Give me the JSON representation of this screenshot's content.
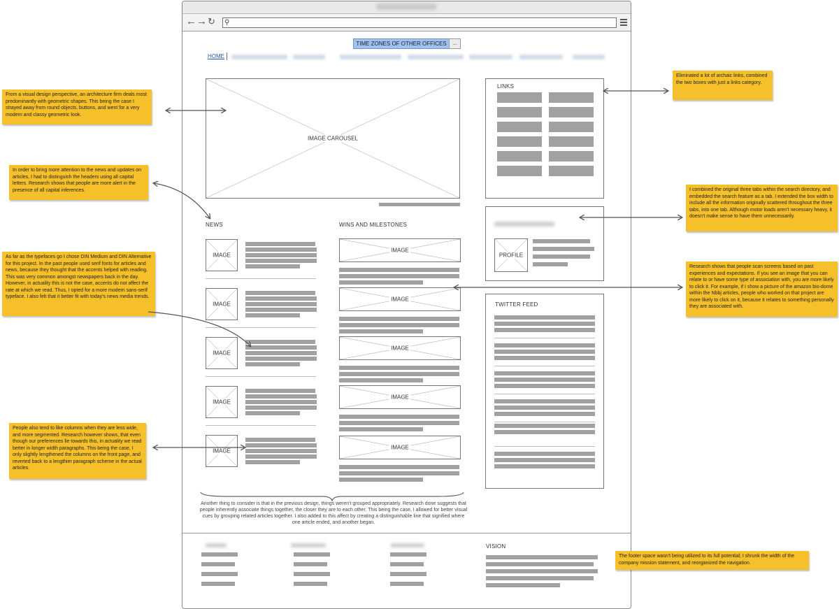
{
  "browser": {
    "nav": {
      "back": "←",
      "forward": "→",
      "reload": "↻"
    },
    "search_icon": "search-icon"
  },
  "page": {
    "timezones_button": "TIME ZONES OF OTHER OFFICES",
    "timezones_more": "...",
    "nav_home": "HOME",
    "carousel_label": "IMAGE CAROUSEL",
    "news_header": "NEWS",
    "wins_header": "WINS AND MILESTONES",
    "image_label": "IMAGE",
    "links_header": "LINKS",
    "profile_label": "PROFILE",
    "twitter_header": "TWITTER FEED",
    "vision_header": "VISION",
    "grouping_note": "Another thing to consider is that in the previous design, things weren't grouped appropriately. Research done suggests that people inherently associate things together, the closer they are to each other. This being the case, I allowed for better visual cues by grouping related articles together. I also added to this affect by creating a distinguishable line that signified where one article ended, and another began."
  },
  "notes": {
    "geometric": "From a visual design perspective, an architecture firm deals most predominantly with geometric shapes. This being the case I strayed away from round objects, buttons, and went for a very modern and classy geometric look.",
    "capitals": "In order to bring more attention to the news and updates on articles, I had to distinguish the headers using all capital letters. Research shows that people are more alert in the presence of all capital inferences.",
    "typefaces": "As far as the typefaces go I chose DIN Medium and DIN Alternative for this project. In the past people used serif fonts for articles and news, because they thought that the accents helped with reading. This was very common amongst newspapers back in the day. However, in actuality this is not the case, accents do not affect the rate at which we read. Thus, I opted for a more modern sans-serif typeface. I also felt that it better fit with today's news media trends.",
    "columns": "People also tend to like columns when they are less wide, and more segmented. Research however shows, that even though our preferences lie towards this, in actuality we read better in longer width paragraphs. This being the case, I only slightly lengthened the columns on the front page, and reverted back to a lengthier paragraph scheme in the actual articles.",
    "links": "Eliminated a lot of archaic links, combined the two boxes with just a links category.",
    "search": "I combined the original three tabs within the search directory, and embedded the search feature as a tab. I extended the box width to include all the information originally scattered throughout the three tabs, into one tab. Although motor loads aren't necessary heavy, it doesn't make sense to have them unnecessarily.",
    "images": "Research shows that people scan screens based on past experiences and expectations. If you see an image that you can relate to or have some type of association with, you are more likely to click it. For example, if I show a picture of the amazon bio-dome within the Nbbj articles, people who worked on that project are more likely to click on it, because it relates to something personally they are associated with.",
    "footer": "The footer space wasn't being utilized to its full potential; I shrunk the width of the company mission statement, and reorganized the navigation."
  },
  "colors": {
    "note": "#f6c02a",
    "placeholder_bar": "#a1a1a1",
    "timezones_button": "#9ec3f0",
    "link": "#2a58a8"
  }
}
